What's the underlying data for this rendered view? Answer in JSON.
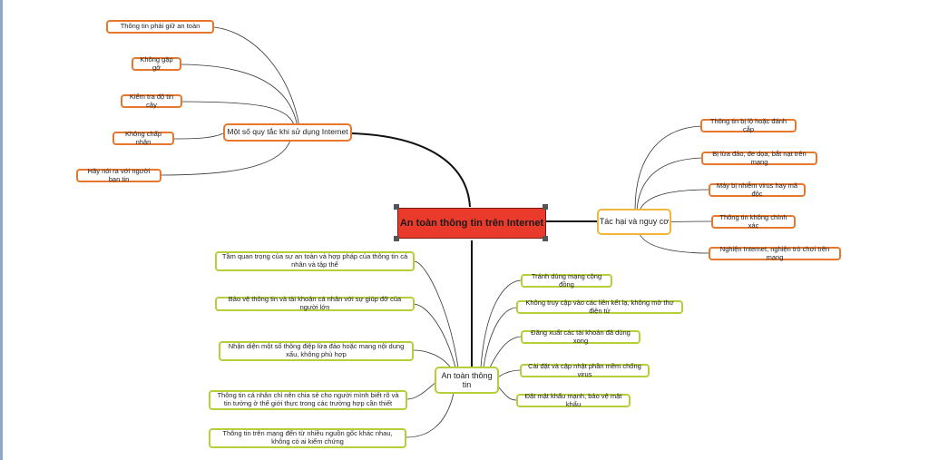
{
  "root": {
    "label": "An toàn thông tin trên Internet"
  },
  "branches": {
    "rules": {
      "label": "Một số quy tắc khi sử dụng Internet",
      "items": [
        "Thông tin phải giữ an toàn",
        "Không gặp gỡ",
        "Kiểm tra độ tin cậy",
        "Không chấp nhận",
        "Hãy nói ra với người bạn tin"
      ]
    },
    "harms": {
      "label": "Tác hại và nguy cơ",
      "items": [
        "Thông tin bị lộ hoặc đánh cắp",
        "Bị lừa đảo, đe dọa, bắt nạt trên mạng",
        "Máy bị nhiễm virus hay mã độc",
        "Thông tin không chính xác",
        "Nghiện Internet, nghiện trò chơi trên mạng"
      ]
    },
    "safety": {
      "label": "An toàn thông tin",
      "left_items": [
        "Tầm quan trọng của sự an toàn và hợp pháp của thông tin cá nhân và tập thể",
        "Bảo vệ thông tin và tài khoản cá nhân với sự giúp đỡ của người lớn",
        "Nhận diện một số thông điệp lừa đảo hoặc mang nội dung xấu, không phù hợp",
        "Thông tin cá nhân chỉ nên chia sẻ cho người mình biết rõ và tin tưởng ở thế giới thực trong các trường hợp cần thiết",
        "Thông tin trên mạng đến từ nhiều nguồn gốc khác nhau, không có ai kiểm chứng"
      ],
      "right_items": [
        "Tránh dùng mạng cộng đồng",
        "Không truy cập vào các liên kết lạ, không mở thư điện tử",
        "Đăng xuất các tài khoản đã dùng xong",
        "Cài đặt và cập nhật phần mềm chống virus",
        "Đặt mật khẩu mạnh, bảo vệ mật khẩu"
      ]
    }
  },
  "colors": {
    "root_fill": "#e93a2c",
    "rules_border": "#e8772e",
    "harms_border": "#f0b63a",
    "safety_border": "#b5cf3a",
    "line": "#222222"
  }
}
